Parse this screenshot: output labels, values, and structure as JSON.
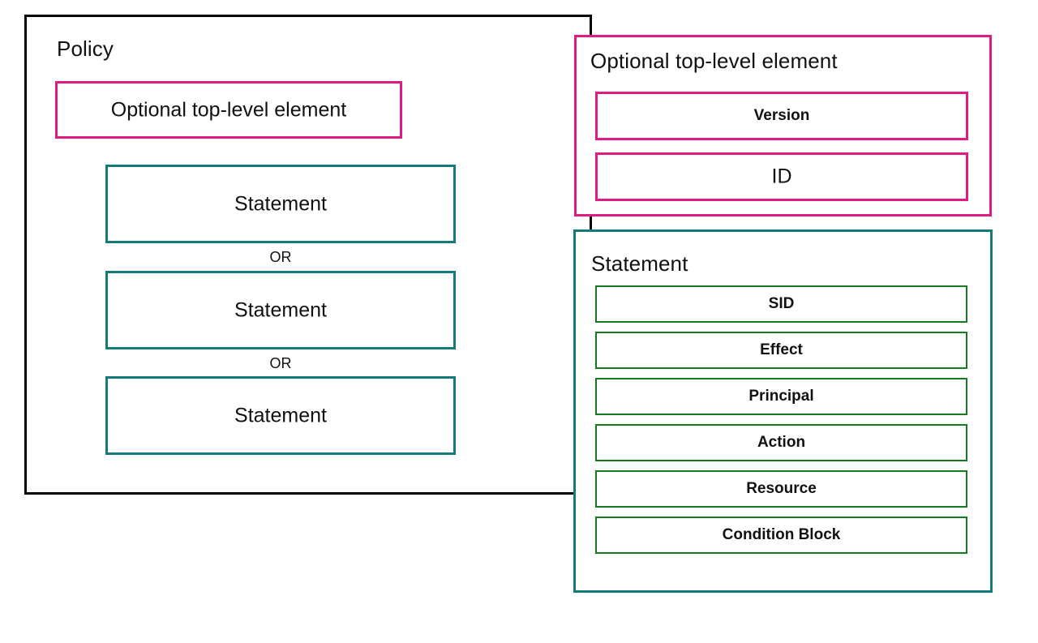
{
  "diagram": {
    "title": "AWS IAM Policy structure diagram",
    "colors": {
      "black": "#000000",
      "pink": "#E01B84",
      "teal": "#157A7A",
      "green": "#157A22",
      "background": "#FFFFFF"
    }
  },
  "policy_container": {
    "title": "Policy",
    "optional_element_box": {
      "label": "Optional top-level element"
    },
    "statements": [
      {
        "label": "Statement"
      },
      {
        "label": "Statement"
      },
      {
        "label": "Statement"
      }
    ],
    "separators": [
      {
        "label": "OR"
      },
      {
        "label": "OR"
      }
    ]
  },
  "optional_element_detail": {
    "title": "Optional top-level element",
    "items": [
      {
        "label": "Version"
      },
      {
        "label": "ID"
      }
    ]
  },
  "statement_detail": {
    "title": "Statement",
    "items": [
      {
        "label": "SID"
      },
      {
        "label": "Effect"
      },
      {
        "label": "Principal"
      },
      {
        "label": "Action"
      },
      {
        "label": "Resource"
      },
      {
        "label": "Condition Block"
      }
    ]
  },
  "connectors": [
    {
      "name": "optional-element-to-detail",
      "from": "Optional top-level element",
      "to": "Optional top-level element detail"
    },
    {
      "name": "statement-to-detail",
      "from": "Statement",
      "to": "Statement detail"
    }
  ]
}
